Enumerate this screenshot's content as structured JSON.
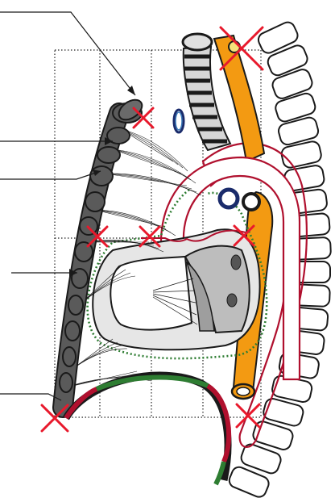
{
  "diagram": {
    "kind": "anatomical cross-section illustration (mediastinum / thorax, sagittal view)",
    "text_labels": [],
    "colors": {
      "sternum_gray": "#5a5a5a",
      "heart_gray": "#c8c8c8",
      "aorta_orange": "#f39a12",
      "pericardium_green": "#2e7d32",
      "pleura_red": "#b0102e",
      "cross_marker_red": "#e8192c",
      "vessel_navy": "#1a2b6b",
      "vessel_blue": "#3a78b8",
      "outline_black": "#1a1a1a"
    },
    "markers": {
      "cross_count": 7,
      "cross_symbol": "red X"
    }
  }
}
